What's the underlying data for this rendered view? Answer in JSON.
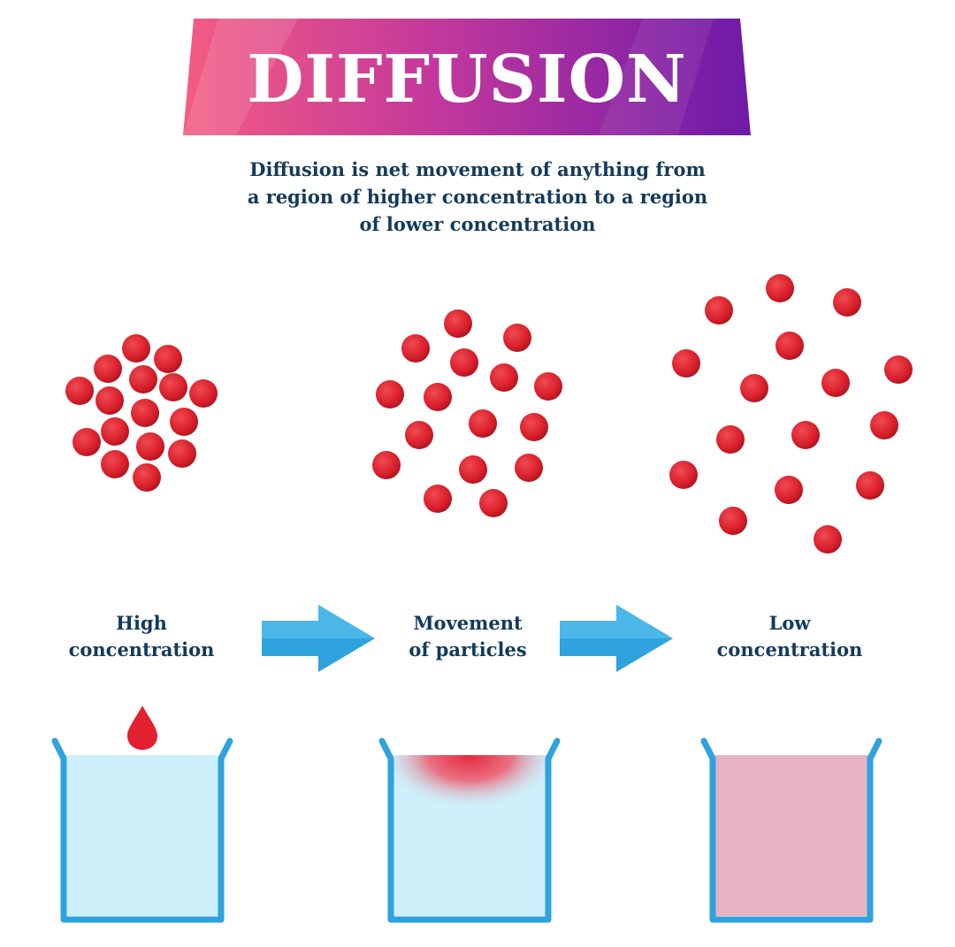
{
  "title": "DIFFUSION",
  "subtitle": {
    "line1": "Diffusion is net movement of anything from",
    "line2": "a region of higher concentration to a region",
    "line3": "of lower concentration"
  },
  "stages": [
    {
      "label_line1": "High",
      "label_line2": "concentration",
      "concentration": "high"
    },
    {
      "label_line1": "Movement",
      "label_line2": "of particles",
      "concentration": "medium"
    },
    {
      "label_line1": "Low",
      "label_line2": "concentration",
      "concentration": "low"
    }
  ],
  "colors": {
    "banner_left": "#f45c83",
    "banner_right": "#6e1aa8",
    "text_dark": "#143a5a",
    "particle": "#d81e2a",
    "arrow": "#2ea3dd",
    "water": "#cdf0fa",
    "beaker": "#2ea3dd",
    "mixed_water": "#e9b2c4"
  }
}
